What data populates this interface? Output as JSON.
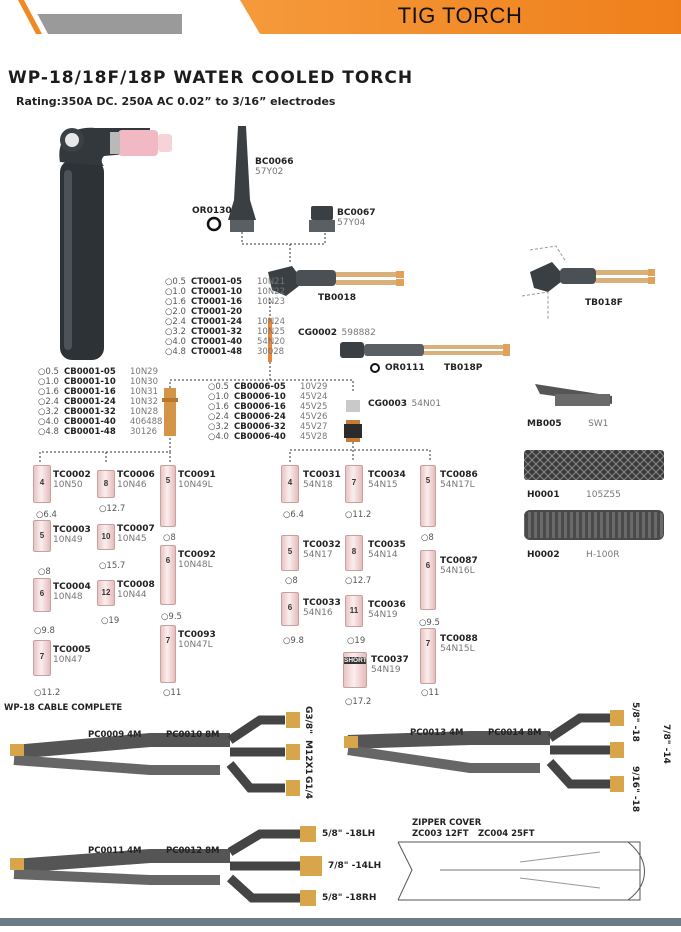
{
  "header": {
    "title": "TIG TORCH",
    "accent": "#f08a24",
    "gray": "#8f8f8f"
  },
  "page": {
    "title": "WP-18/18F/18P WATER COOLED TORCH",
    "rating": "Rating:350A DC. 250A AC 0.02” to 3/16” electrodes"
  },
  "parts": {
    "bc0066": {
      "code": "BC0066",
      "alt": "57Y02"
    },
    "or0130": {
      "code": "OR0130"
    },
    "bc0067": {
      "code": "BC0067",
      "alt": "57Y04"
    },
    "tb0018": {
      "code": "TB0018"
    },
    "tb018f": {
      "code": "TB018F"
    },
    "cg0002": {
      "code": "CG0002",
      "alt": "598882"
    },
    "or0111": {
      "code": "OR0111"
    },
    "tb018p": {
      "code": "TB018P"
    },
    "cg0003": {
      "code": "CG0003",
      "alt": "54N01"
    },
    "mb005": {
      "code": "MB005",
      "alt": "SW1"
    },
    "h0001": {
      "code": "H0001",
      "alt": "105Z55"
    },
    "h0002": {
      "code": "H0002",
      "alt": "H-100R"
    }
  },
  "collets": [
    {
      "d": "○0.5",
      "c": "CT0001-05",
      "a": "10N21"
    },
    {
      "d": "○1.0",
      "c": "CT0001-10",
      "a": "10N22"
    },
    {
      "d": "○1.6",
      "c": "CT0001-16",
      "a": "10N23"
    },
    {
      "d": "○2.0",
      "c": "CT0001-20",
      "a": ""
    },
    {
      "d": "○2.4",
      "c": "CT0001-24",
      "a": "10N24"
    },
    {
      "d": "○3.2",
      "c": "CT0001-32",
      "a": "10N25"
    },
    {
      "d": "○4.0",
      "c": "CT0001-40",
      "a": "54N20"
    },
    {
      "d": "○4.8",
      "c": "CT0001-48",
      "a": "30028"
    }
  ],
  "collet_bodies": [
    {
      "d": "○0.5",
      "c": "CB0001-05",
      "a": "10N29"
    },
    {
      "d": "○1.0",
      "c": "CB0001-10",
      "a": "10N30"
    },
    {
      "d": "○1.6",
      "c": "CB0001-16",
      "a": "10N31"
    },
    {
      "d": "○2.4",
      "c": "CB0001-24",
      "a": "10N32"
    },
    {
      "d": "○3.2",
      "c": "CB0001-32",
      "a": "10N28"
    },
    {
      "d": "○4.0",
      "c": "CB0001-40",
      "a": "406488"
    },
    {
      "d": "○4.8",
      "c": "CB0001-48",
      "a": "30126"
    }
  ],
  "gas_lens_bodies": [
    {
      "d": "○0.5",
      "c": "CB0006-05",
      "a": "10V29"
    },
    {
      "d": "○1.0",
      "c": "CB0006-10",
      "a": "45V24"
    },
    {
      "d": "○1.6",
      "c": "CB0006-16",
      "a": "45V25"
    },
    {
      "d": "○2.4",
      "c": "CB0006-24",
      "a": "45V26"
    },
    {
      "d": "○3.2",
      "c": "CB0006-32",
      "a": "45V27"
    },
    {
      "d": "○4.0",
      "c": "CB0006-40",
      "a": "45V28"
    }
  ],
  "nozzles": [
    {
      "num": "4",
      "code": "TC0002",
      "alt": "10N50",
      "dim": "○6.4"
    },
    {
      "num": "5",
      "code": "TC0003",
      "alt": "10N49",
      "dim": "○8"
    },
    {
      "num": "6",
      "code": "TC0004",
      "alt": "10N48",
      "dim": "○9.8"
    },
    {
      "num": "7",
      "code": "TC0005",
      "alt": "10N47",
      "dim": "○11.2"
    },
    {
      "num": "8",
      "code": "TC0006",
      "alt": "10N46",
      "dim": "○12.7"
    },
    {
      "num": "10",
      "code": "TC0007",
      "alt": "10N45",
      "dim": "○15.7"
    },
    {
      "num": "12",
      "code": "TC0008",
      "alt": "10N44",
      "dim": "○19"
    },
    {
      "num": "5",
      "code": "TC0091",
      "alt": "10N49L",
      "dim": "○8"
    },
    {
      "num": "6",
      "code": "TC0092",
      "alt": "10N48L",
      "dim": "○9.5"
    },
    {
      "num": "7",
      "code": "TC0093",
      "alt": "10N47L",
      "dim": "○11"
    },
    {
      "num": "4",
      "code": "TC0031",
      "alt": "54N18",
      "dim": "○6.4"
    },
    {
      "num": "5",
      "code": "TC0032",
      "alt": "54N17",
      "dim": "○8"
    },
    {
      "num": "6",
      "code": "TC0033",
      "alt": "54N16",
      "dim": "○9.8"
    },
    {
      "num": "7",
      "code": "TC0034",
      "alt": "54N15",
      "dim": "○11.2"
    },
    {
      "num": "8",
      "code": "TC0035",
      "alt": "54N14",
      "dim": "○12.7"
    },
    {
      "num": "11",
      "code": "TC0036",
      "alt": "54N19",
      "dim": "○19"
    },
    {
      "num": "SHORT",
      "code": "TC0037",
      "alt": "54N19",
      "dim": "○17.2"
    },
    {
      "num": "5",
      "code": "TC0086",
      "alt": "54N17L",
      "dim": "○8"
    },
    {
      "num": "6",
      "code": "TC0087",
      "alt": "54N16L",
      "dim": "○9.5"
    },
    {
      "num": "7",
      "code": "TC0088",
      "alt": "54N15L",
      "dim": "○11"
    }
  ],
  "cables": {
    "section_title": "WP-18 CABLE COMPLETE",
    "pc0009": "PC0009  4M",
    "pc0010": "PC0010  8M",
    "pc0013": "PC0013  4M",
    "pc0014": "PC0014  8M",
    "pc0011": "PC0011  4M",
    "pc0012": "PC0012  8M",
    "fit_a1": "G3/8\"",
    "fit_a2": "M12X1",
    "fit_a3": "G1/4",
    "fit_b1": "5/8\" -18",
    "fit_b2": "7/8\" -14",
    "fit_b3": "9/16\" -18",
    "fit_c1": "5/8\" -18LH",
    "fit_c2": "7/8\" -14LH",
    "fit_c3": "5/8\" -18RH"
  },
  "zipper": {
    "title": "ZIPPER COVER",
    "zc003": "ZC003 12FT",
    "zc004": "ZC004 25FT"
  }
}
